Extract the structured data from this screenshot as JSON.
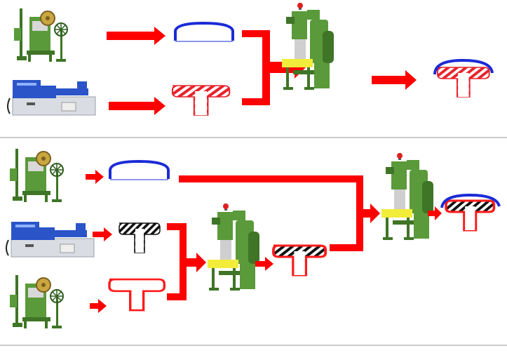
{
  "colors": {
    "arrow": "#ff0000",
    "cap_blue": "#1a2bd6",
    "cap_blue_light": "#3b4fff",
    "stripe_red": "#e8222a",
    "stripe_dark": "#111111",
    "outline_red": "#ff1a1a",
    "machine_green": "#5a9a3a",
    "machine_green_dark": "#3f7526",
    "machine_yellow": "#f2ec3a",
    "injector_blue": "#2a54c8",
    "injector_grey": "#d9dde3",
    "divider": "#9a9a9a"
  },
  "diagram": {
    "process_a": {
      "steps": [
        "punch-press-machine",
        "injection-molding-machine",
        "blue-cap-part",
        "striped-t-part",
        "assembly-press",
        "finished-rivet"
      ]
    },
    "process_b": {
      "steps": [
        "punch-press-machine",
        "injection-molding-machine",
        "punch-press-machine",
        "blue-cap-part",
        "black-striped-t-part",
        "red-outline-t-part",
        "assembly-press",
        "black-striped-t-with-outline",
        "assembly-press",
        "finished-rivet-black"
      ]
    }
  }
}
